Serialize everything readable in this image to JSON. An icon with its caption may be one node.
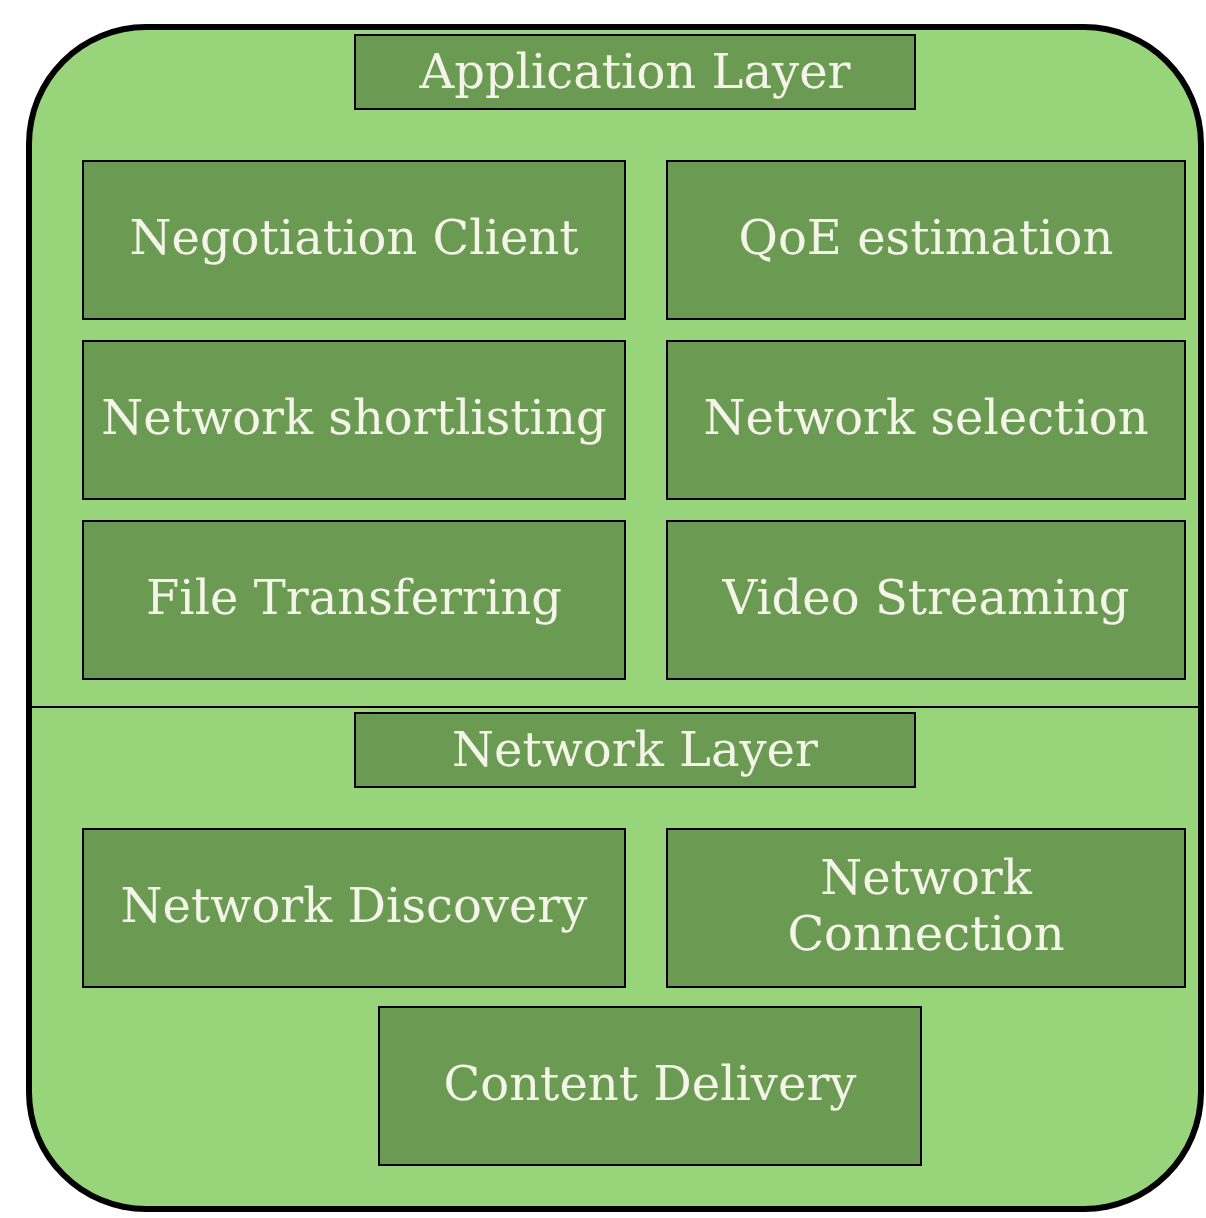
{
  "diagram": {
    "nodes": [
      {
        "text": [
          "Application Layer"
        ]
      },
      {
        "text": [
          "Negotiation Client"
        ],
        "in": 0
      },
      {
        "text": [
          "QoE estimation"
        ],
        "in": 0
      },
      {
        "text": [
          "Network shortlisting"
        ],
        "in": 0
      },
      {
        "text": [
          "Network selection"
        ],
        "in": 0
      },
      {
        "text": [
          "File Transferring"
        ],
        "in": 0
      },
      {
        "text": [
          "Video Streaming"
        ],
        "in": 0
      },
      {
        "text": [
          "Network Layer"
        ]
      },
      {
        "text": [
          "Network Discovery"
        ],
        "in": 7
      },
      {
        "text": [
          "Network Connection"
        ],
        "in": 7
      },
      {
        "text": [
          "Content Delivery"
        ],
        "in": 7
      }
    ]
  }
}
